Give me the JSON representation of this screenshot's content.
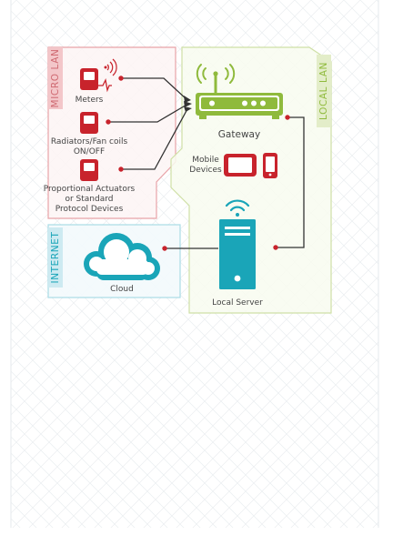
{
  "zones": {
    "micro_lan": "MICRO LAN",
    "local_lan": "LOCAL LAN",
    "internet": "INTERNET"
  },
  "labels": {
    "meters": "Meters",
    "radiators_line1": "Radiators/Fan coils",
    "radiators_line2": "ON/OFF",
    "actuators_line1": "Proportional Actuators",
    "actuators_line2": "or Standard",
    "actuators_line3": "Protocol Devices",
    "gateway": "Gateway",
    "mobile_line1": "Mobile",
    "mobile_line2": "Devices",
    "cloud": "Cloud",
    "local_server": "Local Server"
  },
  "colors": {
    "device_red": "#c8232c",
    "gateway_green": "#8fba3c",
    "server_teal": "#1aa5b8",
    "micro_lan": "#e8a3a8",
    "local_lan": "#cfe0a6",
    "internet": "#a9dbe6",
    "line": "#333333",
    "grid": "#eceff2"
  },
  "icons": {
    "meter": "meter-icon",
    "radiator": "radiator-device-icon",
    "actuator": "actuator-device-icon",
    "gateway": "router-gateway-icon",
    "tablet": "tablet-icon",
    "phone": "phone-icon",
    "cloud": "cloud-icon",
    "server": "server-icon",
    "wifi": "wifi-icon"
  }
}
